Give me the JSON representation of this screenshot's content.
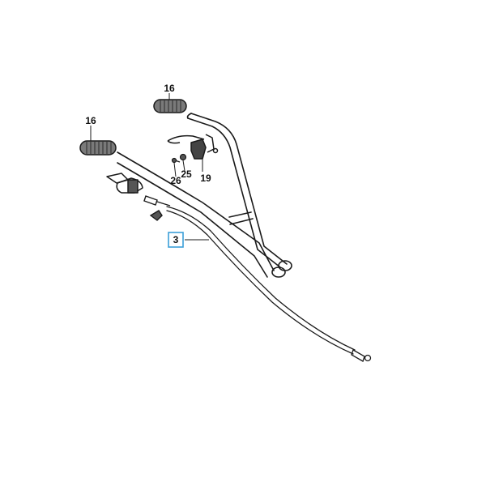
{
  "colors": {
    "line": "#1a1a1a",
    "grip_fill": "#7a7a7a",
    "background": "#ffffff",
    "highlight_box": "#3b9fd8"
  },
  "callouts": {
    "grip_upper": "16",
    "grip_left": "16",
    "lever_bracket": "19",
    "nut": "25",
    "bolt": "26",
    "cable": "3"
  }
}
